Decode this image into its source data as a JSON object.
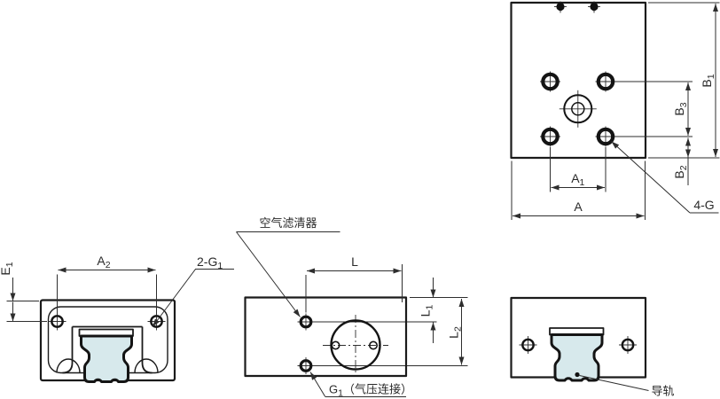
{
  "colors": {
    "rail_fill": "#d7e9ec",
    "line": "#1b1b1b",
    "dim_line": "#2e2e2e"
  },
  "dim_labels": {
    "A": "A",
    "A1": {
      "base": "A",
      "sub": "1"
    },
    "A2": {
      "base": "A",
      "sub": "2"
    },
    "B1": {
      "base": "B",
      "sub": "1"
    },
    "B2": {
      "base": "B",
      "sub": "2"
    },
    "B3": {
      "base": "B",
      "sub": "3"
    },
    "E1": {
      "base": "E",
      "sub": "1"
    },
    "L": "L",
    "L1": {
      "base": "L",
      "sub": "1"
    },
    "L2": {
      "base": "L",
      "sub": "2"
    }
  },
  "callouts": {
    "four_g": "4-G",
    "two_g1": {
      "base": "2-G",
      "sub": "1"
    },
    "air_filter": "空气滤清器",
    "g1_pneumatic": {
      "base": "G",
      "sub": "1",
      "suffix": "（气压连接）"
    },
    "guide_rail": "导轨"
  }
}
